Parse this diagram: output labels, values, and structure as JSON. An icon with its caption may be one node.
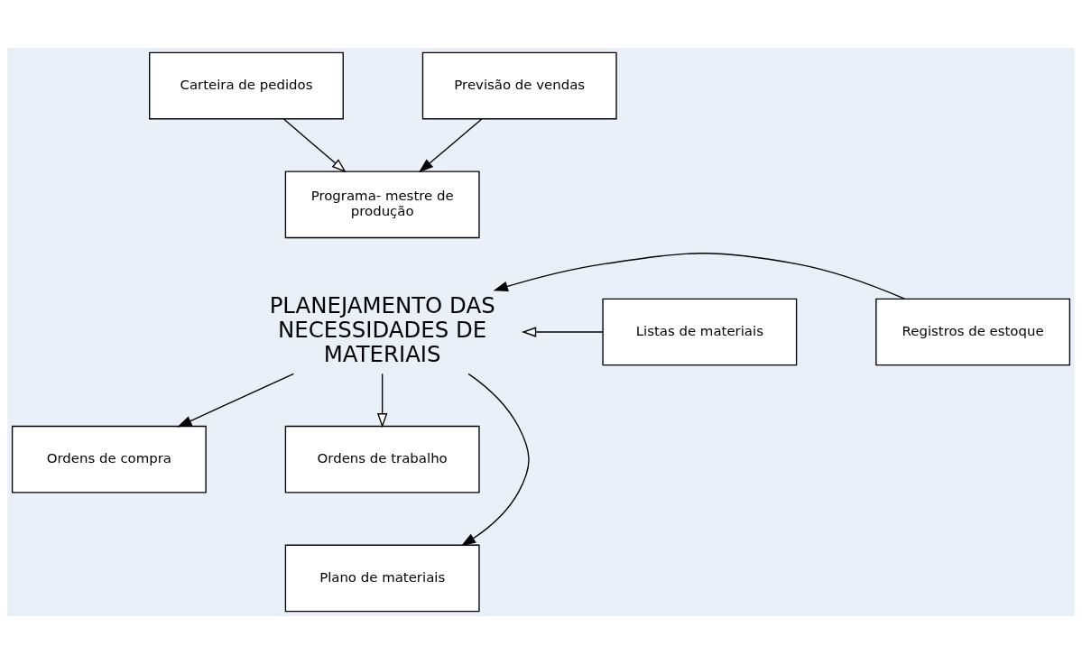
{
  "diagram": {
    "nodes": [
      {
        "text": [
          "Carteira de pedidos"
        ]
      },
      {
        "text": [
          "Previsão de vendas"
        ]
      },
      {
        "text": [
          "Programa- mestre de produção"
        ]
      },
      {
        "text": [
          "Listas de materiais"
        ]
      },
      {
        "text": [
          "PLANEJAMENTO DAS NECESSIDADES DE MATERIAIS"
        ]
      },
      {
        "text": [
          "Registros de estoque"
        ]
      },
      {
        "text": [
          "Ordens de compra"
        ]
      },
      {
        "text": [
          "Ordens de trabalho"
        ]
      },
      {
        "text": [
          "Plano de materiais"
        ]
      }
    ],
    "edges": [
      {
        "from": 0,
        "to": 2,
        "arrow": "to"
      },
      {
        "from": 1,
        "to": 2,
        "arrow": "to"
      },
      {
        "from": 3,
        "to": 4,
        "arrow": "to"
      },
      {
        "from": 5,
        "to": 4,
        "arrow": "to"
      },
      {
        "from": 4,
        "to": 6,
        "arrow": "to"
      },
      {
        "from": 4,
        "to": 8,
        "arrow": "to"
      },
      {
        "from": 4,
        "to": 7,
        "arrow": "to"
      }
    ]
  }
}
